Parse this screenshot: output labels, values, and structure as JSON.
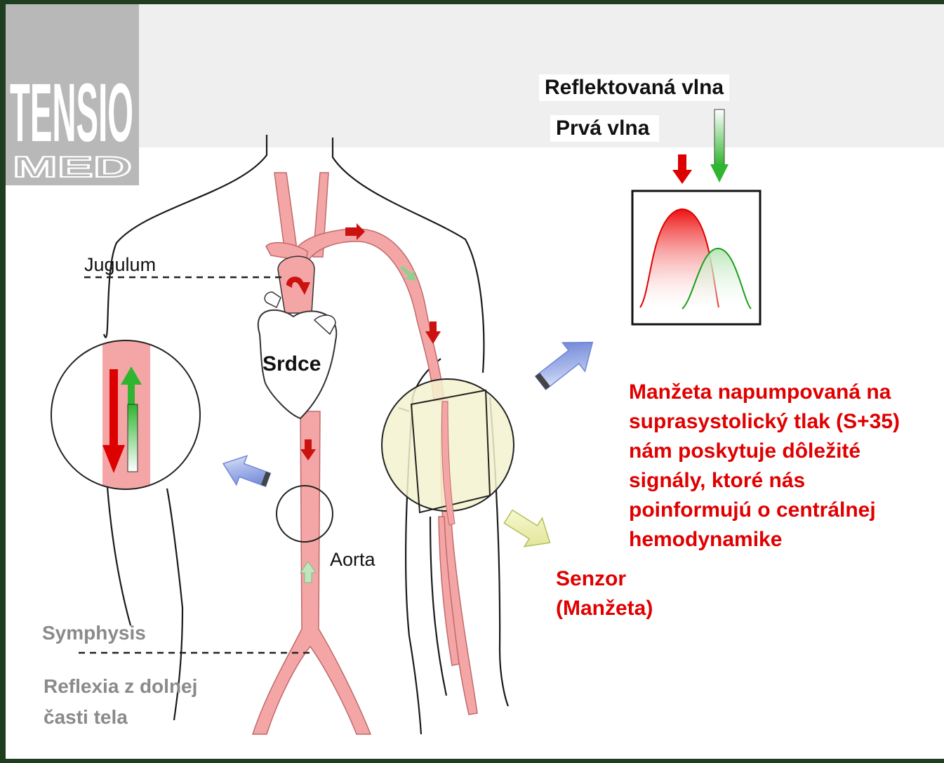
{
  "logo": {
    "word": "TENSIO",
    "sub": "MED"
  },
  "labels": {
    "reflected_wave": "Reflektovaná vlna",
    "first_wave": "Prvá vlna",
    "jugulum": "Jugulum",
    "heart": "Srdce",
    "aorta": "Aorta",
    "symphysis": "Symphysis",
    "reflexia_line1": "Reflexia z dolnej",
    "reflexia_line2": "časti tela",
    "sensor_line1": "Senzor",
    "sensor_line2": "(Manžeta)",
    "cuff_text": [
      "Manžeta napumpovaná na",
      "suprasystolický tlak (S+35)",
      "nám poskytuje dôležité",
      "signály, ktoré nás",
      "poinformujú o centrálnej",
      "hemodynamike"
    ]
  },
  "colors": {
    "frame": "#1f3d1f",
    "header_band": "#efefef",
    "vessel": "#f4a6a6",
    "first_wave": "#e00000",
    "reflected_wave": "#1a9e1a",
    "callout_arrow": "#6f86d6",
    "sensor_arrow": "#e6eaa8",
    "cuff_fill": "#f4f2cf",
    "text_red": "#e00000",
    "text_grey": "#8a8a8a"
  }
}
